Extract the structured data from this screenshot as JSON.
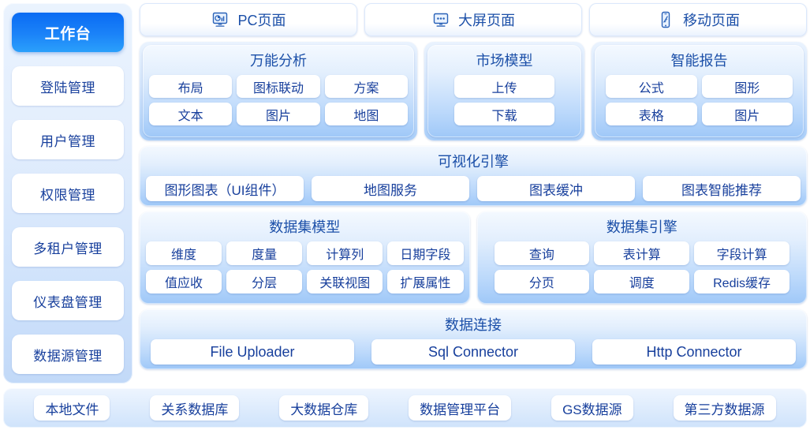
{
  "sidebar": {
    "items": [
      {
        "label": "工作台",
        "active": true
      },
      {
        "label": "登陆管理",
        "active": false
      },
      {
        "label": "用户管理",
        "active": false
      },
      {
        "label": "权限管理",
        "active": false
      },
      {
        "label": "多租户管理",
        "active": false
      },
      {
        "label": "仪表盘管理",
        "active": false
      },
      {
        "label": "数据源管理",
        "active": false
      }
    ]
  },
  "tabs": [
    {
      "label": "PC页面",
      "icon": "monitor-chart-icon"
    },
    {
      "label": "大屏页面",
      "icon": "big-screen-icon"
    },
    {
      "label": "移动页面",
      "icon": "mobile-phone-icon"
    }
  ],
  "groups": [
    {
      "title": "万能分析",
      "items": [
        "布局",
        "图标联动",
        "方案",
        "文本",
        "图片",
        "地图"
      ],
      "columns": 3
    },
    {
      "title": "市场模型",
      "items": [
        "上传",
        "下载"
      ],
      "columns": 1
    },
    {
      "title": "智能报告",
      "items": [
        "公式",
        "图形",
        "表格",
        "图片"
      ],
      "columns": 2
    }
  ],
  "visual_engine": {
    "title": "可视化引擎",
    "items": [
      "图形图表（UI组件）",
      "地图服务",
      "图表缓冲",
      "图表智能推荐"
    ]
  },
  "dataset_model": {
    "title": "数据集模型",
    "items": [
      "维度",
      "度量",
      "计算列",
      "日期字段",
      "值应收",
      "分层",
      "关联视图",
      "扩展属性"
    ],
    "columns": 4
  },
  "dataset_engine": {
    "title": "数据集引擎",
    "items": [
      "查询",
      "表计算",
      "字段计算",
      "分页",
      "调度",
      "Redis缓存"
    ],
    "columns": 3
  },
  "data_connection": {
    "title": "数据连接",
    "items": [
      "File Uploader",
      "Sql Connector",
      "Http Connector"
    ]
  },
  "sources": {
    "items": [
      "本地文件",
      "关系数据库",
      "大数据仓库",
      "数据管理平台",
      "GS数据源",
      "第三方数据源"
    ]
  },
  "colors": {
    "accent": "#1b83f8",
    "text_blue": "#173f9c",
    "title_blue": "#1b4fa8",
    "panel_top": "#f4f9ff",
    "panel_bottom": "#9fc8f8",
    "page_bg": "#ffffff"
  }
}
